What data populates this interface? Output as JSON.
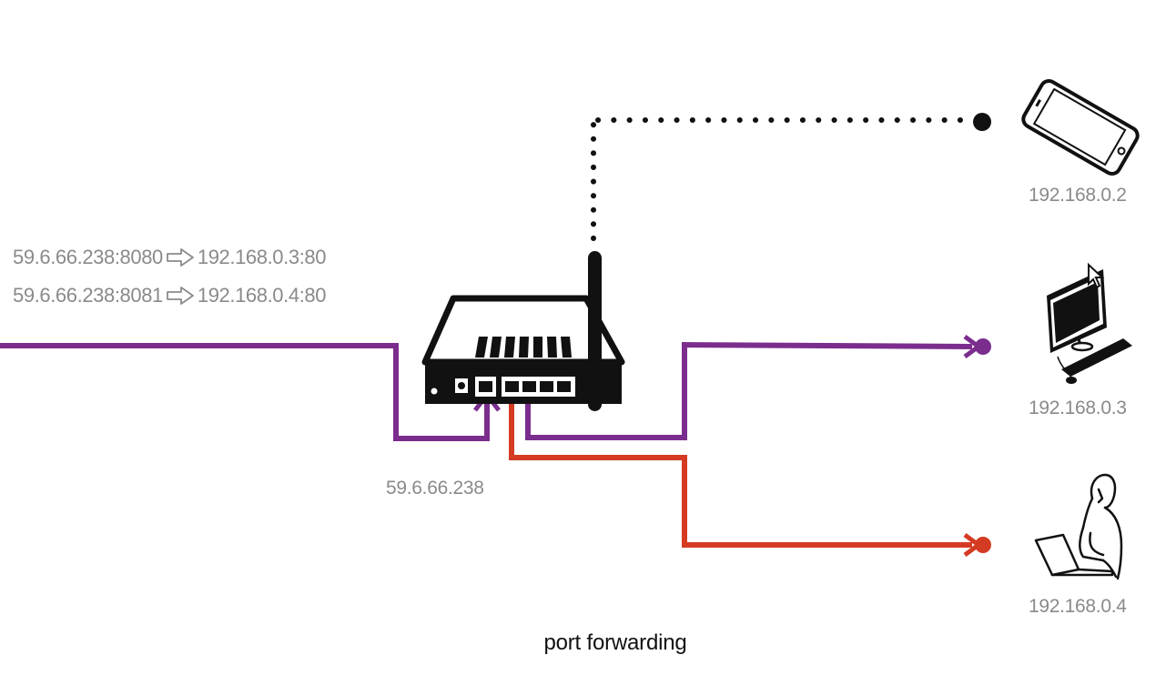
{
  "forwarding_rules": [
    {
      "from": "59.6.66.238:8080",
      "to": "192.168.0.3:80"
    },
    {
      "from": "59.6.66.238:8081",
      "to": "192.168.0.4:80"
    }
  ],
  "router": {
    "public_ip": "59.6.66.238"
  },
  "devices": {
    "phone": {
      "ip": "192.168.0.2"
    },
    "desktop": {
      "ip": "192.168.0.3"
    },
    "laptop_user": {
      "ip": "192.168.0.4"
    }
  },
  "caption": "port forwarding",
  "colors": {
    "purple_link": "#7b2d8e",
    "red_link": "#d53a23",
    "wireless_link": "#111111",
    "label_gray": "#8a8a8a"
  },
  "icons": [
    "router-icon",
    "smartphone-icon",
    "desktop-computer-icon",
    "mouse-cursor-icon",
    "laptop-user-icon",
    "forward-arrow-icon"
  ]
}
